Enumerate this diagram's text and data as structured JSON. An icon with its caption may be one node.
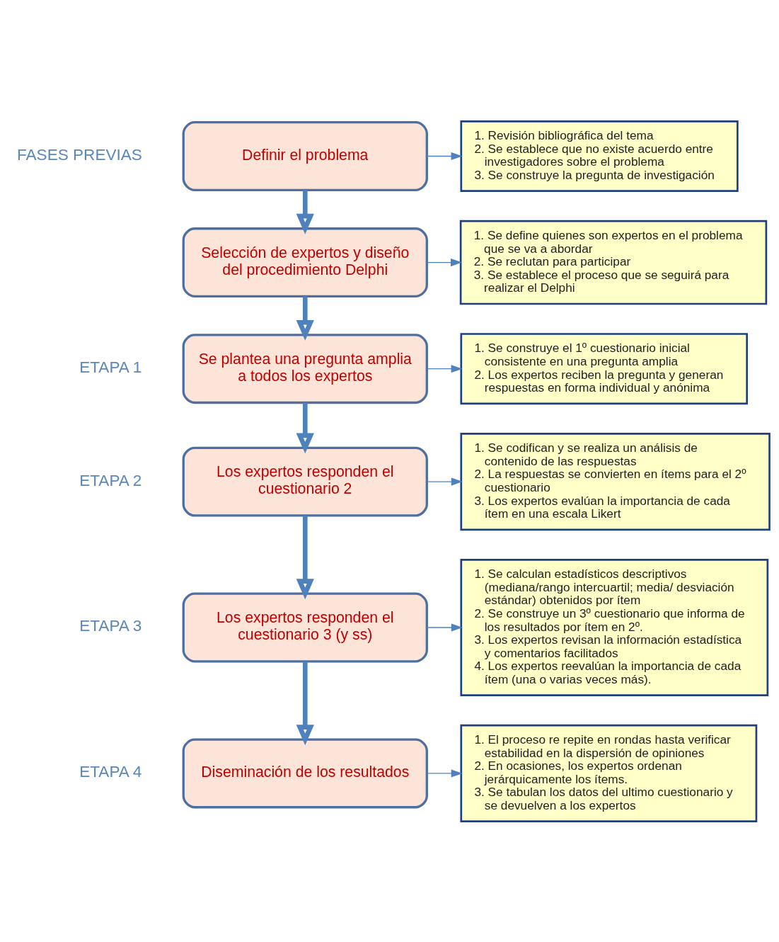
{
  "diagram": {
    "nodes": [
      {
        "text": [
          "Definir el problema"
        ]
      },
      {
        "text": [
          "1. Revisión bibliográfica del tema",
          "2. Se establece que no existe acuerdo entre investigadores sobre el problema",
          "3. Se construye la pregunta de investigación"
        ]
      },
      {
        "text": [
          "Selección de expertos y diseño del procedimiento Delphi"
        ]
      },
      {
        "text": [
          "1. Se define quienes son expertos en el problema que se va a abordar",
          "2. Se reclutan para participar",
          "3. Se establece el proceso que se seguirá para realizar el Delphi"
        ]
      },
      {
        "text": [
          "Se plantea una pregunta amplia a todos los expertos"
        ]
      },
      {
        "text": [
          "1. Se construye el 1º cuestionario inicial consistente en una pregunta amplia",
          "2. Los expertos reciben la pregunta y generan respuestas en forma individual y anónima"
        ]
      },
      {
        "text": [
          "Los expertos responden el cuestionario 2"
        ]
      },
      {
        "text": [
          "1. Se codifican y se realiza un análisis de contenido de las respuestas",
          "2. La respuestas se convierten en ítems para el 2º cuestionario",
          "3. Los expertos evalúan la importancia de cada ítem en una escala Likert"
        ]
      },
      {
        "text": [
          "Los expertos responden el cuestionario 3 (y ss)"
        ]
      },
      {
        "text": [
          "1. Se calculan estadísticos descriptivos (mediana/rango intercuartil; media/ desviación estándar) obtenidos por ítem",
          "2. Se construye un 3º cuestionario que informa de los resultados por ítem en 2º.",
          "3. Los expertos revisan la información estadística y comentarios facilitados",
          "4. Los expertos reevalúan la importancia de cada ítem (una o varias veces más)."
        ]
      },
      {
        "text": [
          "Diseminación de los resultados"
        ]
      },
      {
        "text": [
          "1. El proceso re repite en rondas hasta verificar estabilidad en la dispersión de opiniones",
          "2. En ocasiones, los expertos ordenan jerárquicamente los ítems.",
          "3. Se tabulan los datos del ultimo cuestionario y se devuelven a los expertos"
        ]
      }
    ],
    "edges": [
      {
        "from": 0,
        "to": 1,
        "arrow": "to"
      },
      {
        "from": 0,
        "to": 2,
        "arrow": "to",
        "style": "thick"
      },
      {
        "from": 2,
        "to": 3,
        "arrow": "to"
      },
      {
        "from": 2,
        "to": 4,
        "arrow": "to",
        "style": "thick"
      },
      {
        "from": 4,
        "to": 5,
        "arrow": "to"
      },
      {
        "from": 4,
        "to": 6,
        "arrow": "to",
        "style": "thick"
      },
      {
        "from": 6,
        "to": 7,
        "arrow": "to"
      },
      {
        "from": 6,
        "to": 8,
        "arrow": "to",
        "style": "thick"
      },
      {
        "from": 8,
        "to": 9,
        "arrow": "to"
      },
      {
        "from": 8,
        "to": 10,
        "arrow": "to",
        "style": "thick"
      },
      {
        "from": 10,
        "to": 11,
        "arrow": "to"
      }
    ],
    "labels": [
      "FASES PREVIAS",
      "ETAPA 1",
      "ETAPA 2",
      "ETAPA 3",
      "ETAPA 4"
    ]
  }
}
